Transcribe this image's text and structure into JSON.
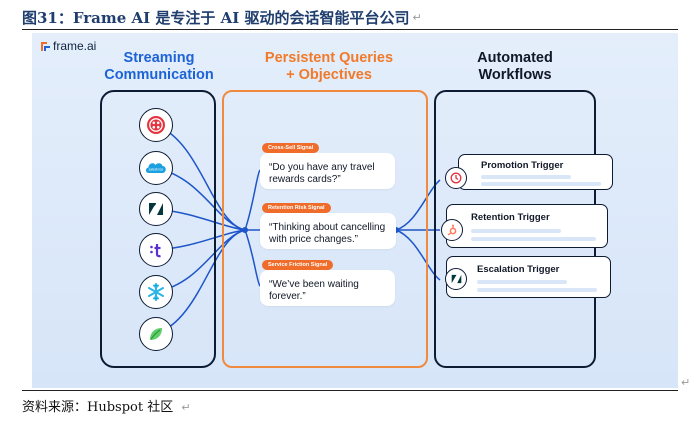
{
  "figure": {
    "caption": "图31：Frame AI 是专注于 AI 驱动的会话智能平台公司",
    "source": "资料来源：Hubspot 社区"
  },
  "diagram": {
    "brand": "frame.ai",
    "columns": {
      "left": {
        "title_line1": "Streaming",
        "title_line2": "Communication"
      },
      "middle": {
        "title_line1": "Persistent Queries",
        "title_line2": "+ Objectives"
      },
      "right": {
        "title_line1": "Automated",
        "title_line2": "Workflows"
      }
    },
    "channel_icons": [
      "twilio-icon",
      "salesforce-icon",
      "zendesk-icon",
      "talkdesk-icon",
      "snowflake-icon",
      "sprout-icon"
    ],
    "signals": [
      {
        "tag": "Cross-Sell Signal",
        "text_line1": "“Do you have any travel",
        "text_line2": "rewards cards?”"
      },
      {
        "tag": "Retention Risk Signal",
        "text_line1": "“Thinking about cancelling",
        "text_line2": "with price changes.”"
      },
      {
        "tag": "Service Friction Signal",
        "text_line1": "“We’ve been waiting",
        "text_line2": "forever.”"
      }
    ],
    "triggers": [
      {
        "label": "Promotion Trigger",
        "icon": "clock-icon"
      },
      {
        "label": "Retention Trigger",
        "icon": "hubspot-icon"
      },
      {
        "label": "Escalation Trigger",
        "icon": "zendesk-icon"
      }
    ],
    "colors": {
      "accent_blue": "#1d63d6",
      "accent_orange": "#f07a2a",
      "outline": "#0d1b33",
      "background": "#dce8f8"
    }
  }
}
